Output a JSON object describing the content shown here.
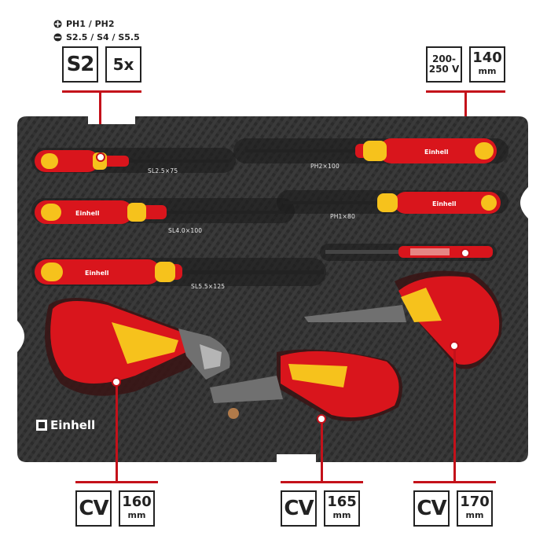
{
  "legend": {
    "phillips_text": "PH1 / PH2",
    "slotted_text": "S2.5 / S4 / S5.5",
    "phillips_icon": "phillips-cross-icon",
    "slotted_icon": "slotted-minus-icon"
  },
  "top_left": {
    "material": "S2",
    "count": "5x"
  },
  "top_right": {
    "voltage_line1": "200-",
    "voltage_line2": "250 V",
    "length_value": "140",
    "length_unit": "mm"
  },
  "bottom": [
    {
      "material": "CV",
      "length_value": "160",
      "length_unit": "mm"
    },
    {
      "material": "CV",
      "length_value": "165",
      "length_unit": "mm"
    },
    {
      "material": "CV",
      "length_value": "170",
      "length_unit": "mm"
    }
  ],
  "tools": {
    "sl25": "SL2.5×75",
    "sl40": "SL4.0×100",
    "sl55": "SL5.5×125",
    "ph2": "PH2×100",
    "ph1": "PH1×80"
  },
  "brand": "Einhell",
  "colors": {
    "accent_red": "#c4111a",
    "tool_red": "#d9151c",
    "tool_yellow": "#f6c21c",
    "tray": "#2b2b2b"
  }
}
